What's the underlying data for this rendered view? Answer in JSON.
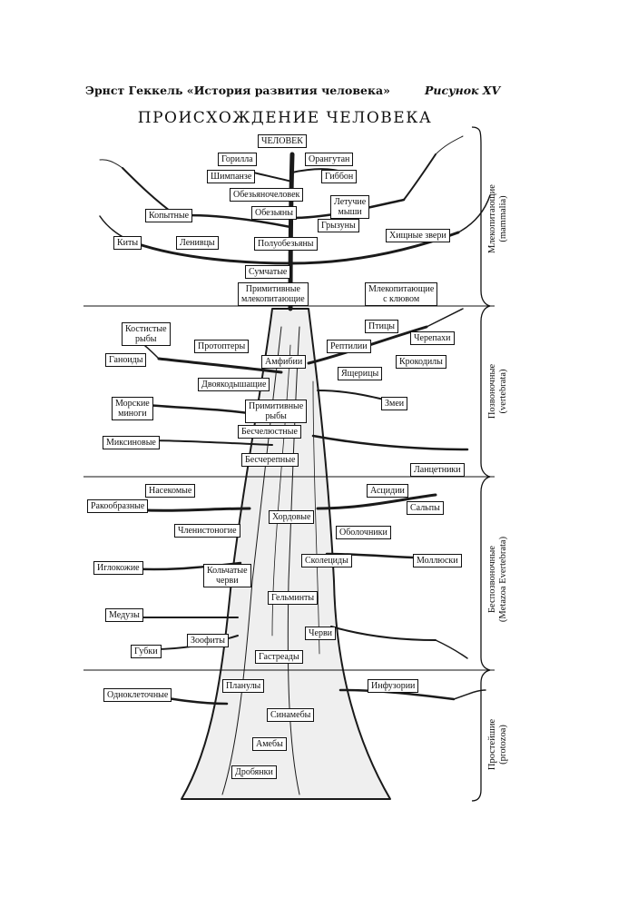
{
  "header": {
    "left": "Эрнст Геккель «История развития человека»",
    "right": "Рисунок XV"
  },
  "title": "ПРОИСХОЖДЕНИЕ ЧЕЛОВЕКА",
  "sections": [
    {
      "label": "Млекопитающие\n(mammalia)"
    },
    {
      "label": "Позвоночные\n(vertebrata)"
    },
    {
      "label": "Беспозвоночные\n(Metazoa Evertebrata)"
    },
    {
      "label": "Простейшие\n(protozoa)"
    }
  ],
  "nodes": [
    {
      "id": "chelovek",
      "label": "ЧЕЛОВЕК"
    },
    {
      "id": "gorilla",
      "label": "Горилла"
    },
    {
      "id": "orangutan",
      "label": "Орангутан"
    },
    {
      "id": "shimpanze",
      "label": "Шимпанзе"
    },
    {
      "id": "gibbon",
      "label": "Гиббон"
    },
    {
      "id": "obezyanochelovek",
      "label": "Обезьяночеловек"
    },
    {
      "id": "letuchie",
      "label": "Летучие\nмыши"
    },
    {
      "id": "kopytnye",
      "label": "Копытные"
    },
    {
      "id": "obezyany",
      "label": "Обезьяны"
    },
    {
      "id": "gryzuny",
      "label": "Грызуны"
    },
    {
      "id": "kity",
      "label": "Киты"
    },
    {
      "id": "lenivcy",
      "label": "Ленивцы"
    },
    {
      "id": "poluobezyany",
      "label": "Полуобезьяны"
    },
    {
      "id": "hishchnye",
      "label": "Хищные звери"
    },
    {
      "id": "sumchatye",
      "label": "Сумчатые"
    },
    {
      "id": "primmlek",
      "label": "Примитивные\nмлекопитающие"
    },
    {
      "id": "mlekklyuv",
      "label": "Млекопитающие\nс клювом"
    },
    {
      "id": "kostistye",
      "label": "Костистые\nрыбы"
    },
    {
      "id": "ptitsy",
      "label": "Птицы"
    },
    {
      "id": "protoptery",
      "label": "Протоптеры"
    },
    {
      "id": "reptilii",
      "label": "Рептилии"
    },
    {
      "id": "cherepahi",
      "label": "Черепахи"
    },
    {
      "id": "ganoidy",
      "label": "Ганоиды"
    },
    {
      "id": "amfibii",
      "label": "Амфибии"
    },
    {
      "id": "krokodily",
      "label": "Крокодилы"
    },
    {
      "id": "yashchericy",
      "label": "Ящерицы"
    },
    {
      "id": "dvoyakodyshashchie",
      "label": "Двоякодышащие"
    },
    {
      "id": "morskie",
      "label": "Морские\nминоги"
    },
    {
      "id": "zmei",
      "label": "Змеи"
    },
    {
      "id": "primryby",
      "label": "Примитивные\nрыбы"
    },
    {
      "id": "miksinovye",
      "label": "Миксиновые"
    },
    {
      "id": "beschelyustnye",
      "label": "Бесчелюстные"
    },
    {
      "id": "bescherepnye",
      "label": "Бесчерепные"
    },
    {
      "id": "lancetniki",
      "label": "Ланцетники"
    },
    {
      "id": "nasekomye",
      "label": "Насекомые"
    },
    {
      "id": "ascidii",
      "label": "Асцидии"
    },
    {
      "id": "rakoobraznye",
      "label": "Ракообразные"
    },
    {
      "id": "salpy",
      "label": "Сальпы"
    },
    {
      "id": "hordovye",
      "label": "Хордовые"
    },
    {
      "id": "chlenistonogie",
      "label": "Членистоногие"
    },
    {
      "id": "obolochniki",
      "label": "Оболочники"
    },
    {
      "id": "iglokozhie",
      "label": "Иглокожие"
    },
    {
      "id": "skolecidy",
      "label": "Сколециды"
    },
    {
      "id": "mollyuski",
      "label": "Моллюски"
    },
    {
      "id": "kolchatye",
      "label": "Кольчатые\nчерви"
    },
    {
      "id": "gelminty",
      "label": "Гельминты"
    },
    {
      "id": "meduzy",
      "label": "Медузы"
    },
    {
      "id": "chervi",
      "label": "Черви"
    },
    {
      "id": "zoofity",
      "label": "Зоофиты"
    },
    {
      "id": "gubki",
      "label": "Губки"
    },
    {
      "id": "gastready",
      "label": "Гастреады"
    },
    {
      "id": "odnokletochnye",
      "label": "Одноклеточные"
    },
    {
      "id": "planuly",
      "label": "Планулы"
    },
    {
      "id": "infuzorii",
      "label": "Инфузории"
    },
    {
      "id": "sinameby",
      "label": "Синамебы"
    },
    {
      "id": "ameby",
      "label": "Амебы"
    },
    {
      "id": "drobyanki",
      "label": "Дробянки"
    }
  ]
}
